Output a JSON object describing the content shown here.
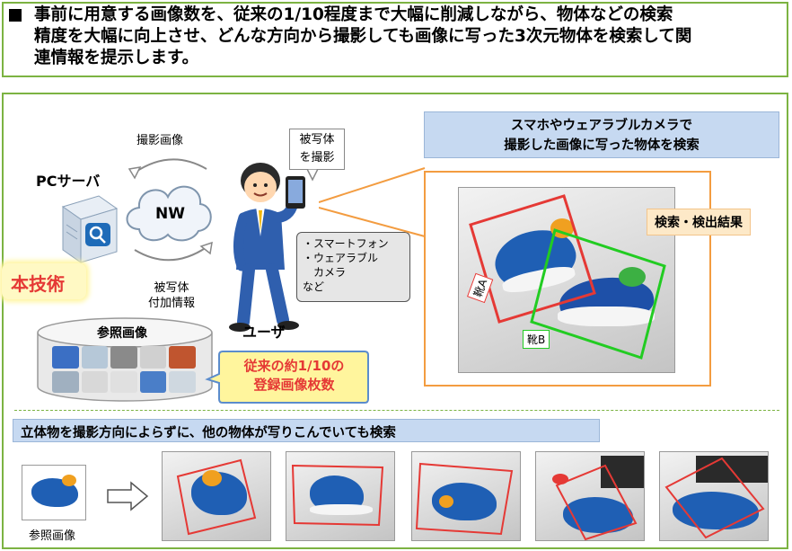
{
  "header": {
    "bullet": "■",
    "line1": "事前に用意する画像数を、従来の1/10程度まで大幅に削減しながら、物体などの検索",
    "line2": "精度を大幅に向上させ、どんな方向から撮影しても画像に写った3次元物体を検索して関",
    "line3": "連情報を提示します。"
  },
  "diagram": {
    "captured_image_label": "撮影画像",
    "pc_server_label": "PCサーバ",
    "nw_label": "NW",
    "subject_info_line1": "被写体",
    "subject_info_line2": "付加情報",
    "this_tech_label": "本技術",
    "phone_bubble_line1": "被写体",
    "phone_bubble_line2": "を撮影",
    "device_list": [
      "・スマートフォン",
      "・ウェアラブル",
      "　カメラ",
      "など"
    ],
    "user_label": "ユーザ",
    "ref_images_label": "参照画像",
    "callout_line1": "従来の約1/10の",
    "callout_line2": "登録画像枚数",
    "right_title_line1": "スマホやウェアラブルカメラで",
    "right_title_line2": "撮影した画像に写った物体を検索",
    "result_label": "検索・検出結果",
    "shoe_a_label": "靴A",
    "shoe_b_label": "靴B",
    "bottom_title": "立体物を撮影方向によらずに、他の物体が写りこんでいても検索",
    "bottom_ref_label": "参照画像"
  },
  "colors": {
    "green_border": "#7cb342",
    "orange": "#f39c40",
    "red": "#e53935",
    "green_box": "#22cc22",
    "callout_yellow": "#fff59d",
    "light_blue": "#c6d9f1"
  }
}
